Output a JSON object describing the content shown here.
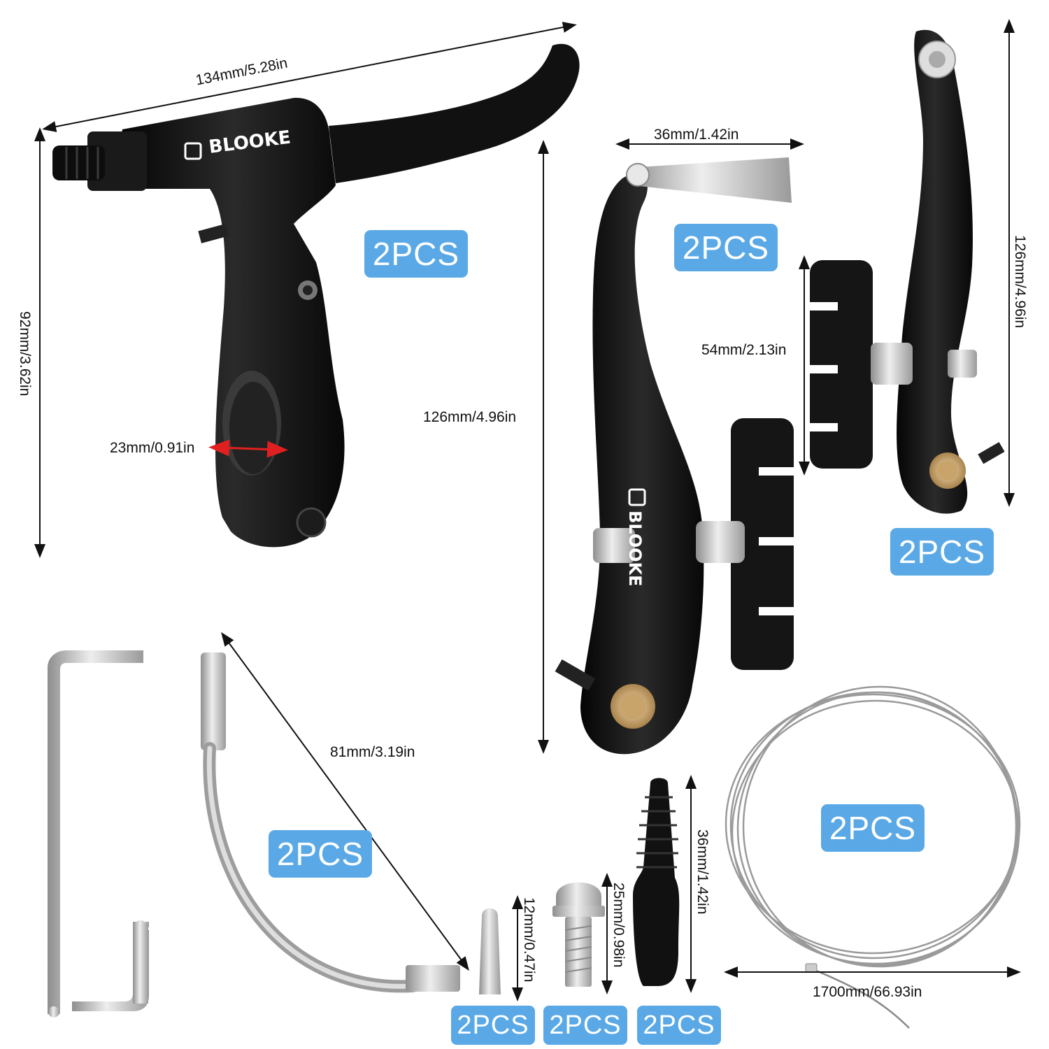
{
  "brand": "BLOOKE",
  "dimensions": {
    "lever_length": "134mm/5.28in",
    "lever_height": "92mm/3.62in",
    "lever_clamp": "23mm/0.91in",
    "arm_height_left": "126mm/4.96in",
    "arm_top_width": "36mm/1.42in",
    "pad_length": "54mm/2.13in",
    "arm_height_right": "126mm/4.96in",
    "noodle_length": "81mm/3.19in",
    "end_cap": "12mm/0.47in",
    "bolt": "25mm/0.98in",
    "boot": "36mm/1.42in",
    "cable": "1700mm/66.93in"
  },
  "quantities": {
    "lever": "2PCS",
    "brake_arm_left": "2PCS",
    "brake_arm_right": "2PCS",
    "noodle": "2PCS",
    "cable": "2PCS",
    "end_cap": "2PCS",
    "bolt": "2PCS",
    "boot": "2PCS"
  },
  "colors": {
    "badge": "#5aa9e6",
    "part_black": "#141414",
    "metal": "#c8c8c8",
    "clamp_arrow": "#e02020"
  }
}
